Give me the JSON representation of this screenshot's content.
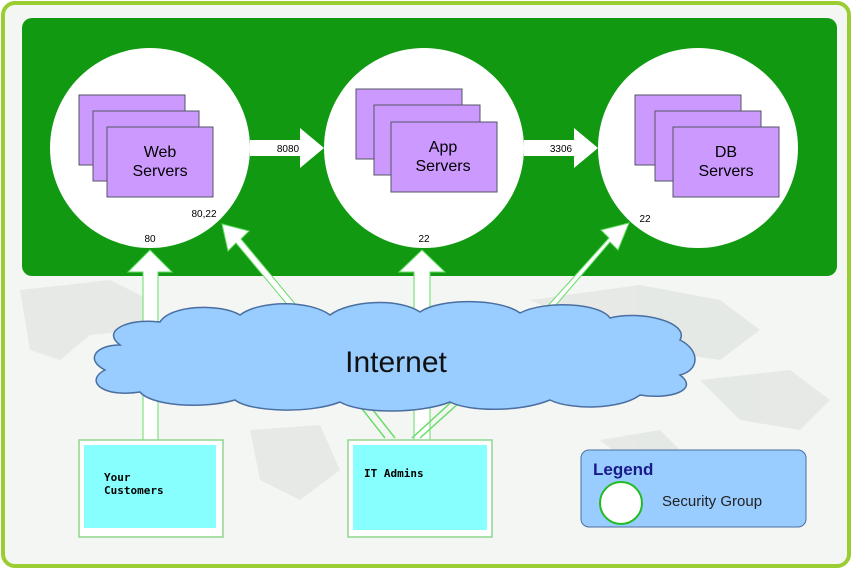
{
  "colors": {
    "frame_border": "#9acd32",
    "background": "#f4f6f4",
    "green_zone": "#119911",
    "server_fill": "#cc99ff",
    "server_stroke": "#555566",
    "cloud_fill": "#99ccff",
    "cloud_stroke": "#4a6fa0",
    "client_fill": "#88ffff",
    "client_border": "#8fd58f",
    "legend_fill": "#99ccff",
    "arrow_outline": "#66dd66"
  },
  "tiers": {
    "web": {
      "label_line1": "Web",
      "label_line2": "Servers",
      "port_bottom": "80",
      "port_right": "80,22"
    },
    "app": {
      "label_line1": "App",
      "label_line2": "Servers",
      "port_bottom": "22"
    },
    "db": {
      "label_line1": "DB",
      "label_line2": "Servers",
      "port_bottom": "22"
    }
  },
  "links": {
    "web_to_app_port": "8080",
    "app_to_db_port": "3306"
  },
  "cloud": {
    "label": "Internet"
  },
  "clients": {
    "customers_line1": "Your",
    "customers_line2": "Customers",
    "admins": "IT Admins"
  },
  "legend": {
    "title": "Legend",
    "item_label": "Security Group",
    "item_icon": "circle-icon"
  }
}
